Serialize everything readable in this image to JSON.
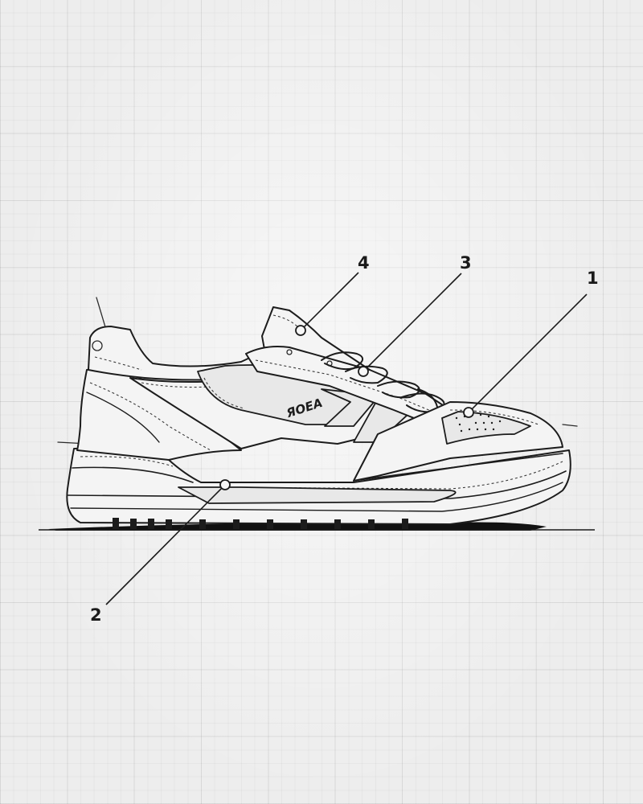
{
  "callouts": [
    {
      "label": "1"
    },
    {
      "label": "2"
    },
    {
      "label": "3"
    },
    {
      "label": "4"
    }
  ],
  "brand_mark": "ЯOEA",
  "colors": {
    "ink": "#1c1c1c",
    "paper": "#ededed"
  }
}
